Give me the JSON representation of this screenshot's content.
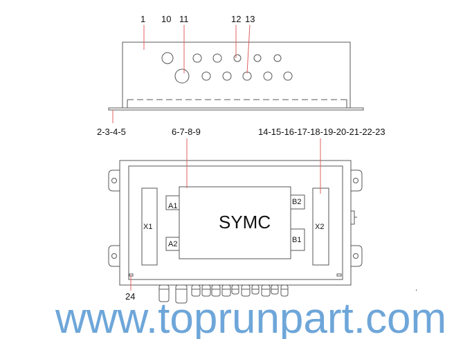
{
  "top_view": {
    "labels": {
      "l1": "1",
      "l10": "10",
      "l11": "11",
      "l12": "12",
      "l13": "13",
      "l2345": "2-3-4-5",
      "l6789": "6-7-8-9",
      "l14_23": "14-15-16-17-18-19-20-21-22-23"
    }
  },
  "bottom_view": {
    "x1": "X1",
    "x2": "X2",
    "a1": "A1",
    "a2": "A2",
    "b1": "B1",
    "b2": "B2",
    "module": "SYMC",
    "l24": "24",
    "dot": "."
  },
  "watermark": "www.toprunpart.com",
  "colors": {
    "leader": "#e06060",
    "watermark": "#4a90d0"
  }
}
